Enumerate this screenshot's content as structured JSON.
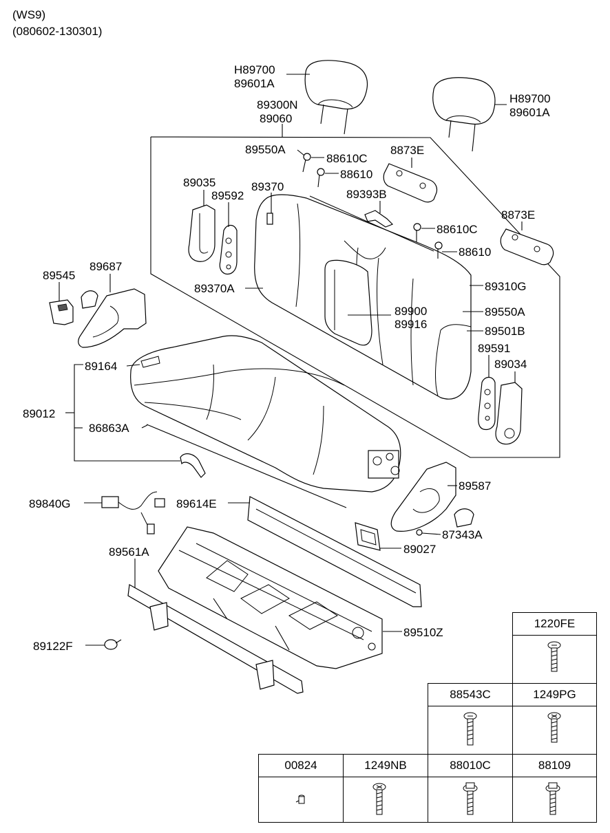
{
  "header": {
    "model": "(WS9)",
    "date_range": "(080602-130301)"
  },
  "callouts": {
    "headrest_left": [
      "H89700",
      "89601A"
    ],
    "headrest_right": [
      "H89700",
      "89601A"
    ],
    "back_assy": [
      "89300N",
      "89060"
    ],
    "c89550A_top": "89550A",
    "c88610C_a": "88610C",
    "c88610_a": "88610",
    "c8873E_a": "8873E",
    "c89035": "89035",
    "c89592": "89592",
    "c89370": "89370",
    "c89393B": "89393B",
    "c88610C_b": "88610C",
    "c8873E_b": "8873E",
    "c88610_b": "88610",
    "c89545": "89545",
    "c89687": "89687",
    "c89370A": "89370A",
    "c89310G": "89310G",
    "armrest": [
      "89900",
      "89916"
    ],
    "c89550A_side": "89550A",
    "c89501B": "89501B",
    "c89591": "89591",
    "c89034": "89034",
    "c89164": "89164",
    "c89012": "89012",
    "c86863A": "86863A",
    "c89840G": "89840G",
    "c89614E": "89614E",
    "c89587": "89587",
    "c87343A": "87343A",
    "c89027": "89027",
    "c89561A": "89561A",
    "c89510Z": "89510Z",
    "c89122F": "89122F"
  },
  "hardware": {
    "row1": [
      "1220FE"
    ],
    "row2": [
      "88543C",
      "1249PG"
    ],
    "row3": [
      "00824",
      "1249NB",
      "88010C",
      "88109"
    ]
  }
}
